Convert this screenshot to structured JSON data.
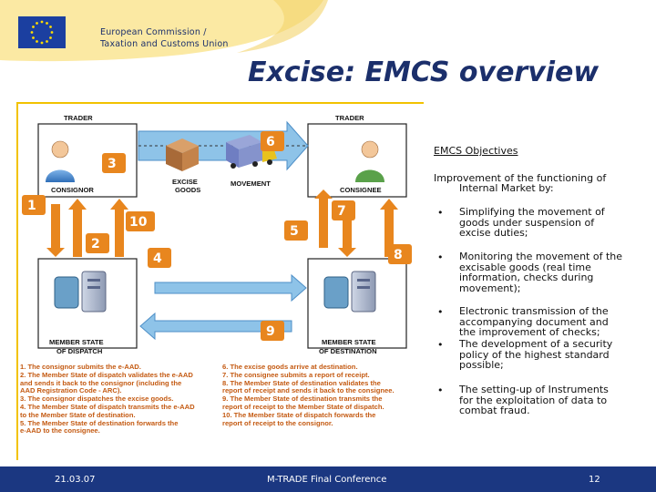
{
  "header": {
    "org_line1": "European Commission /",
    "org_line2": "Taxation and Customs Union",
    "title": "Excise: EMCS overview"
  },
  "diagram": {
    "labels": {
      "trader_left": "TRADER",
      "trader_right": "TRADER",
      "consignor": "CONSIGNOR",
      "consignee": "CONSIGNEE",
      "excise_goods_1": "EXCISE",
      "excise_goods_2": "GOODS",
      "movement": "MOVEMENT",
      "ms_dispatch_1": "MEMBER STATE",
      "ms_dispatch_2": "OF DISPATCH",
      "ms_dest_1": "MEMBER STATE",
      "ms_dest_2": "OF DESTINATION"
    },
    "numbers": [
      "1",
      "2",
      "3",
      "4",
      "5",
      "6",
      "7",
      "8",
      "9",
      "10"
    ],
    "legend_left": [
      "1. The consignor submits the e-AAD.",
      "2. The Member State of dispatch validates the e-AAD",
      "    and sends it back to the consignor (including the",
      "    AAD Registration Code - ARC).",
      "3. The consignor dispatches the excise goods.",
      "4. The Member State of dispatch transmits the e-AAD",
      "    to the Member State of destination.",
      "5. The Member State of destination forwards the",
      "    e-AAD to the consignee."
    ],
    "legend_right": [
      "6. The excise goods arrive at destination.",
      "7. The consignee submits a report of receipt.",
      "8. The Member State of destination validates the",
      "    report of receipt and sends it back to the consignee.",
      "9. The Member State of destination transmits the",
      "    report of receipt to the Member State of dispatch.",
      "10. The Member State of dispatch forwards the",
      "      report of receipt to the consignor."
    ]
  },
  "objectives": {
    "heading": "EMCS Objectives",
    "intro_line1": "Improvement of the functioning of",
    "intro_line2": "Internal Market by:",
    "bullet_char": "•",
    "b1": [
      "Simplifying the movement of",
      "goods under suspension of",
      "excise duties;"
    ],
    "b2": [
      "Monitoring the movement of the",
      "excisable goods (real time",
      "information, checks during",
      "movement);"
    ],
    "b3": [
      "Electronic transmission of the",
      "accompanying document and",
      "the improvement of checks;"
    ],
    "b4": [
      "The development of a security",
      "policy of the highest standard",
      "possible;"
    ],
    "b5": [
      "The setting-up of Instruments",
      "for the exploitation of data to",
      "combat fraud."
    ]
  },
  "footer": {
    "date": "21.03.07",
    "event": "M-TRADE Final Conference",
    "page": "12"
  },
  "colors": {
    "navy": "#1b3781",
    "orange": "#e8861e",
    "blue_arrow": "#8ec3e8",
    "yellow": "#f2c200"
  }
}
